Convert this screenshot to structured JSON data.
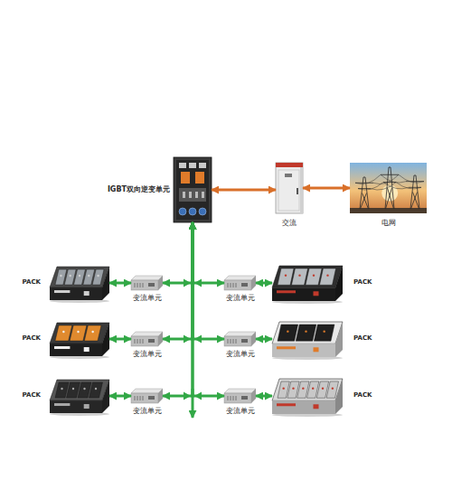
{
  "diagram": {
    "nodes": [
      {
        "text": [
          "IGBT双向逆变单元"
        ]
      },
      {
        "text": [
          "交流"
        ]
      },
      {
        "text": [
          "电网"
        ]
      },
      {
        "text": [
          "PACK"
        ]
      },
      {
        "text": [
          "变流单元"
        ]
      },
      {
        "text": [
          "变流单元"
        ]
      },
      {
        "text": [
          "PACK"
        ]
      },
      {
        "text": [
          "PACK"
        ]
      },
      {
        "text": [
          "变流单元"
        ]
      },
      {
        "text": [
          "变流单元"
        ]
      },
      {
        "text": [
          "PACK"
        ]
      },
      {
        "text": [
          "PACK"
        ]
      },
      {
        "text": [
          "变流单元"
        ]
      },
      {
        "text": [
          "变流单元"
        ]
      },
      {
        "text": [
          "PACK"
        ]
      }
    ],
    "edges": [
      {
        "from": 0,
        "to": 1,
        "arrow": "both"
      },
      {
        "from": 1,
        "to": 2,
        "arrow": "both"
      },
      {
        "from": 3,
        "to": 4,
        "arrow": "both"
      },
      {
        "from": 4,
        "to": 0,
        "arrow": "both"
      },
      {
        "from": 5,
        "to": 0,
        "arrow": "both"
      },
      {
        "from": 5,
        "to": 6,
        "arrow": "both"
      },
      {
        "from": 7,
        "to": 8,
        "arrow": "both"
      },
      {
        "from": 8,
        "to": 0,
        "arrow": "both"
      },
      {
        "from": 9,
        "to": 0,
        "arrow": "both"
      },
      {
        "from": 9,
        "to": 10,
        "arrow": "both"
      },
      {
        "from": 11,
        "to": 12,
        "arrow": "both"
      },
      {
        "from": 12,
        "to": 0,
        "arrow": "both"
      },
      {
        "from": 13,
        "to": 0,
        "arrow": "both"
      },
      {
        "from": 13,
        "to": 14,
        "arrow": "both"
      }
    ]
  }
}
